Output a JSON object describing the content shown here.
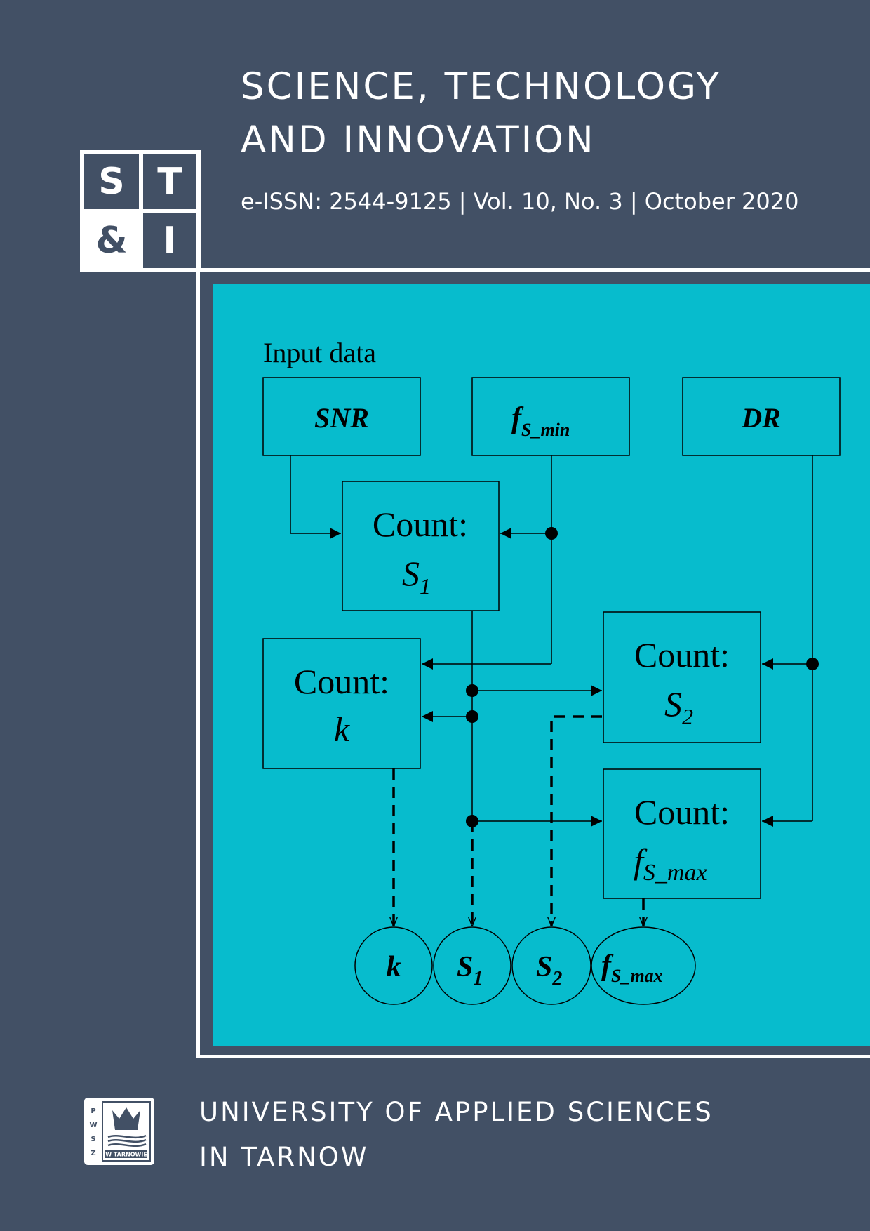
{
  "journal": {
    "title_line1": "SCIENCE, TECHNOLOGY",
    "title_line2": "AND INNOVATION",
    "issn_line": "e-ISSN: 2544-9125 | Vol. 10, No. 3 | October 2020",
    "logo_letters": {
      "tl": "S",
      "tr": "T",
      "bl": "&",
      "br": "I"
    }
  },
  "diagram": {
    "input_label": "Input data",
    "inputs": {
      "snr": "SNR",
      "f": "f",
      "f_sub": "S_min",
      "dr": "DR"
    },
    "count_label": "Count:",
    "s": "S",
    "sub1": "1",
    "sub2": "2",
    "k": "k",
    "f": "f",
    "fmax_sub": "S_max",
    "outputs": {
      "k": "k",
      "s": "S",
      "s1_sub": "1",
      "s2_sub": "2",
      "f": "f",
      "fmax_sub": "S_max"
    }
  },
  "publisher": {
    "line1": "UNIVERSITY OF APPLIED SCIENCES",
    "line2": "IN TARNOW",
    "logo_side_letters": [
      "P",
      "W",
      "S",
      "Z"
    ],
    "logo_caption": "W TARNOWIE"
  },
  "colors": {
    "background": "#425065",
    "panel": "#07bccd",
    "white": "#ffffff",
    "ink": "#000000"
  }
}
